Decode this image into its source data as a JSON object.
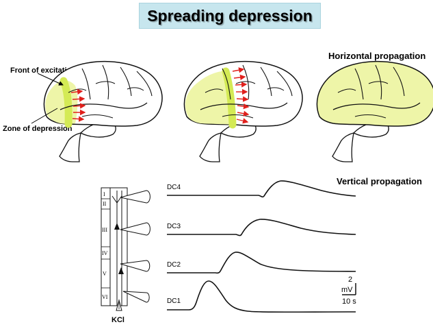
{
  "title": "Spreading depression",
  "labels": {
    "front_of_excitation": "Front of excitation",
    "zone_of_depression": "Zone of depression",
    "horizontal_propagation": "Horizontal propagation",
    "vertical_propagation": "Vertical propagation",
    "kcl": "KCl"
  },
  "cortical_layers": [
    "I",
    "II",
    "III",
    "IV",
    "V",
    "VI"
  ],
  "traces": [
    "DC4",
    "DC3",
    "DC2",
    "DC1"
  ],
  "scale_bar": {
    "voltage_value": "2",
    "voltage_unit": "mV",
    "time": "10 s"
  },
  "colors": {
    "highlight": "#eef5a8",
    "front": "#d4ea55",
    "arrow": "#e0201c",
    "title_bg": "#c7e6ee"
  }
}
